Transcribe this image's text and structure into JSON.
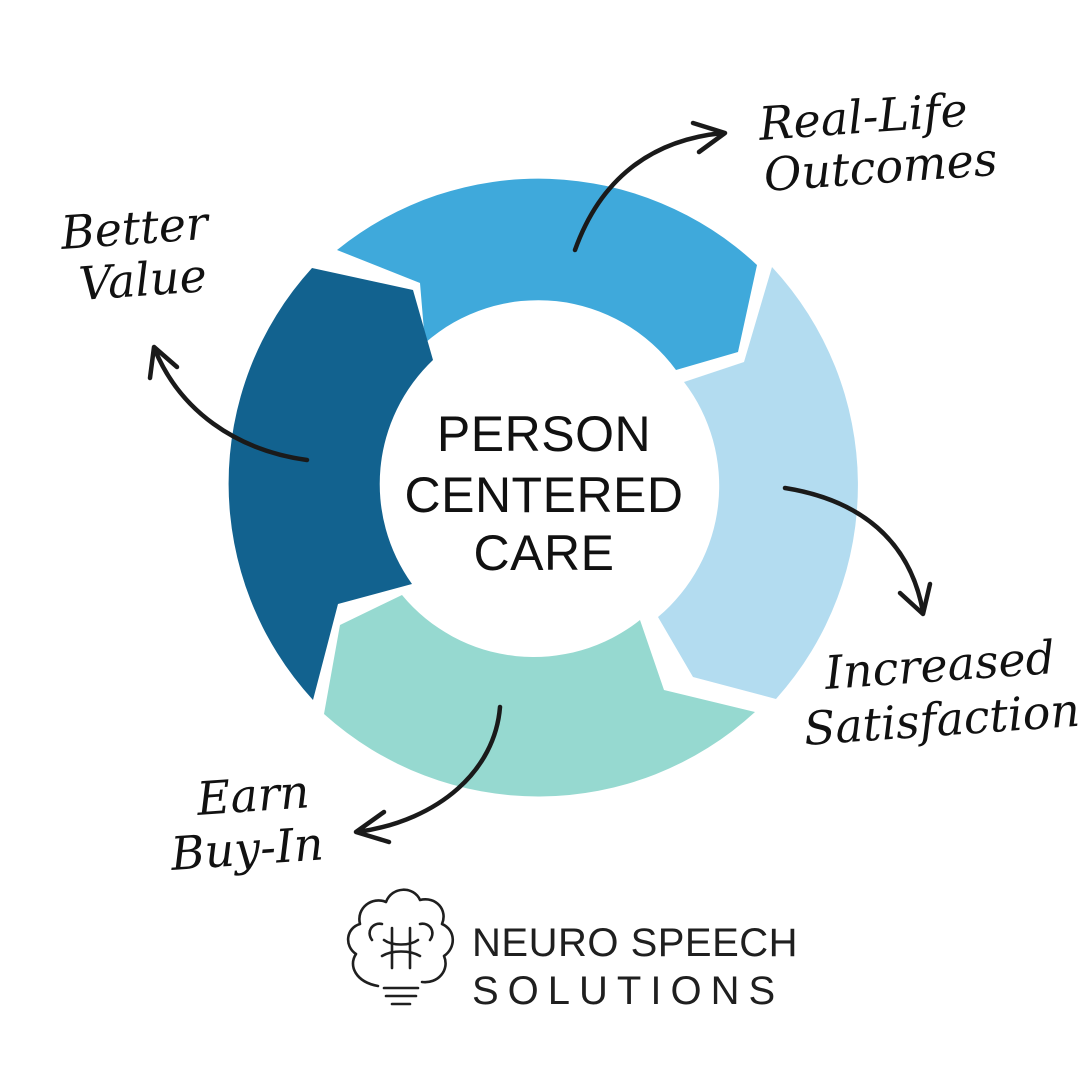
{
  "center": {
    "line1": "PERSON",
    "line2": "CENTERED",
    "line3": "CARE"
  },
  "cycle": [
    {
      "id": "top",
      "color": "#3fa9db",
      "label_lines": [
        "Real-Life",
        "Outcomes"
      ]
    },
    {
      "id": "right",
      "color": "#b3dcf0",
      "label_lines": [
        "Increased",
        "Satisfaction"
      ]
    },
    {
      "id": "bottom",
      "color": "#96d9d0",
      "label_lines": [
        "Earn",
        "Buy-In"
      ]
    },
    {
      "id": "left",
      "color": "#12628f",
      "label_lines": [
        "Better",
        "Value"
      ]
    }
  ],
  "brand": {
    "line1": "NEURO SPEECH",
    "line2": "SOLUTIONS",
    "icon": "brain-lightbulb-icon"
  }
}
